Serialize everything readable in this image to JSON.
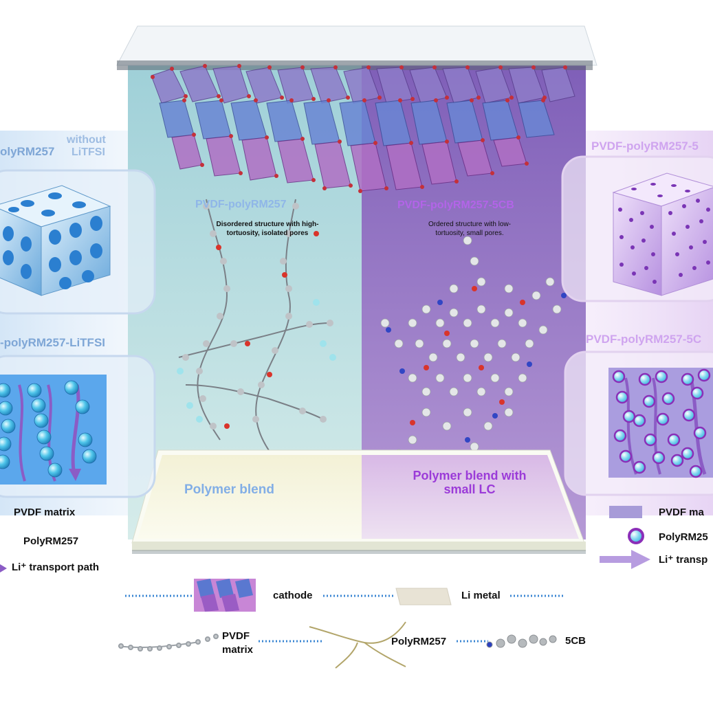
{
  "colors": {
    "blue_panel": "#b7dde2",
    "purple_panel": "#8e6fbe",
    "blue_text": "#7ea6d6",
    "purple_text": "#9b3bd8",
    "pore_blue": "#2e8fe0",
    "pore_purple": "#7a2fb8"
  },
  "left_panel": {
    "title_top_prefix": "olyRM257",
    "title_top_suffix_1": "without",
    "title_top_suffix_2": "LiTFSI",
    "title_mid": "-polyRM257-LiTFSI",
    "legend": [
      {
        "label": "PVDF matrix",
        "icon": "matrix-swatch-icon"
      },
      {
        "label": "PolyRM257",
        "icon": "sphere-icon"
      },
      {
        "label": "Li⁺ transport path",
        "icon": "arrow-icon"
      }
    ]
  },
  "right_panel": {
    "title_top": "PVDF-polyRM257-5",
    "title_mid": "PVDF-polyRM257-5C",
    "legend": [
      {
        "label": "PVDF ma",
        "icon": "matrix-swatch-icon"
      },
      {
        "label": "PolyRM25",
        "icon": "ring-sphere-icon"
      },
      {
        "label": "Li⁺ transp",
        "icon": "arrow-icon"
      }
    ]
  },
  "center": {
    "left_title": "PVDF-polyRM257",
    "left_desc_1": "Disordered structure with high-",
    "left_desc_2": "tortuosity, isolated pores",
    "right_title": "PVDF-polyRM257-5CB",
    "right_desc_1": "Ordered structure with low-",
    "right_desc_2": "tortuosity, small pores.",
    "left_base_label": "Polymer blend",
    "right_base_label_1": "Polymer blend with",
    "right_base_label_2": "small LC"
  },
  "bottom_key": {
    "cathode": "cathode",
    "li_metal": "Li metal",
    "pvdf_1": "PVDF",
    "pvdf_2": "matrix",
    "polyrm": "PolyRM257",
    "lc": "5CB"
  }
}
